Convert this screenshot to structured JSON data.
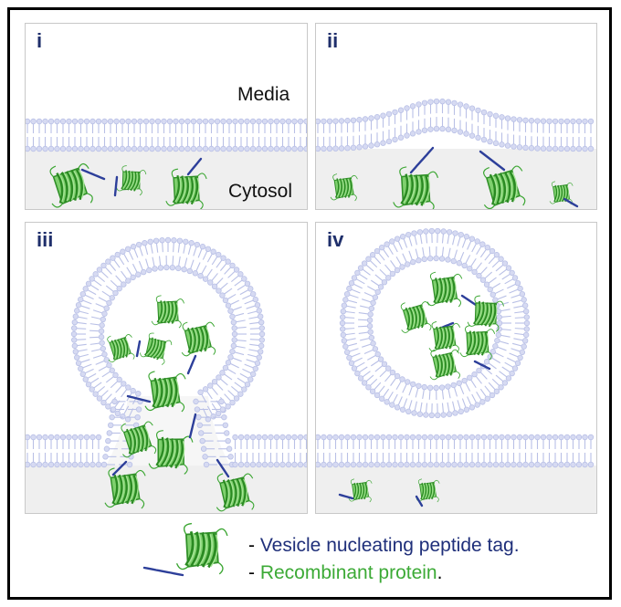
{
  "panels": {
    "i": {
      "label": "i",
      "media": "Media",
      "cytosol": "Cytosol"
    },
    "ii": {
      "label": "ii"
    },
    "iii": {
      "label": "iii"
    },
    "iv": {
      "label": "iv"
    }
  },
  "legend": {
    "tag_prefix": "- ",
    "tag_label": "Vesicle nucleating peptide tag.",
    "protein_prefix": "- ",
    "protein_label": "Recombinant protein",
    "protein_suffix": "."
  },
  "colors": {
    "membrane": "#b9c0e6",
    "cytosol": "#efefef",
    "peptide": "#2d3f9a",
    "protein": "#46b83a",
    "label": "#1f2f6b"
  }
}
